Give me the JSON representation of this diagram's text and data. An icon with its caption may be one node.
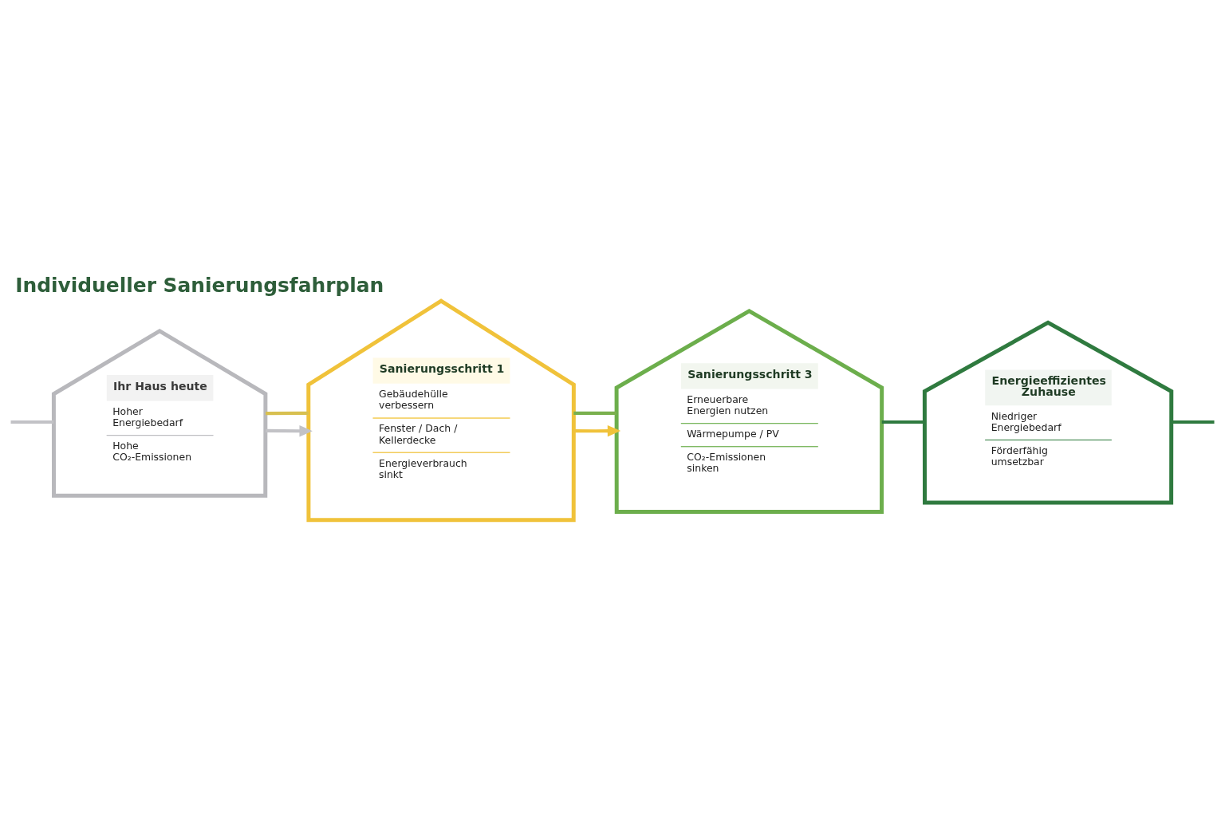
{
  "diagram": {
    "title": "Individueller Sanierungsfahrplan",
    "nodes": [
      {
        "text": [
          "Ihr Haus heute",
          "Hoher Energiebedarf",
          "Hohe CO₂-Emissionen"
        ]
      },
      {
        "text": [
          "Sanierungsschritt 1",
          "Gebäudehülle verbessern",
          "Fenster / Dach / Kellerdecke",
          "Energieverbrauch sinkt"
        ]
      },
      {
        "text": [
          "Sanierungsschritt 3",
          "Erneuerbare Energien nutzen",
          "Wärmepumpe / PV",
          "CO₂-Emissionen sinken"
        ]
      },
      {
        "text": [
          "Energieeffizientes Zuhause",
          "Niedriger Energiebedarf",
          "Förderfähig umsetzbar"
        ]
      }
    ],
    "edges": [
      {
        "from": null,
        "to": 0,
        "arrow": "none",
        "color": "#c2c2c6"
      },
      {
        "from": 0,
        "to": 1,
        "arrow": "to",
        "color": "#c2c2c6"
      },
      {
        "from": 0,
        "to": 1,
        "arrow": "none",
        "color": "#d8c050"
      },
      {
        "from": 1,
        "to": 2,
        "arrow": "to",
        "color": "#f0c23a"
      },
      {
        "from": 1,
        "to": 2,
        "arrow": "none",
        "color": "#7ab04e"
      },
      {
        "from": 2,
        "to": 3,
        "arrow": "none",
        "color": "#2f7a3f"
      },
      {
        "from": 3,
        "to": null,
        "arrow": "none",
        "color": "#2f7a3f"
      }
    ]
  }
}
